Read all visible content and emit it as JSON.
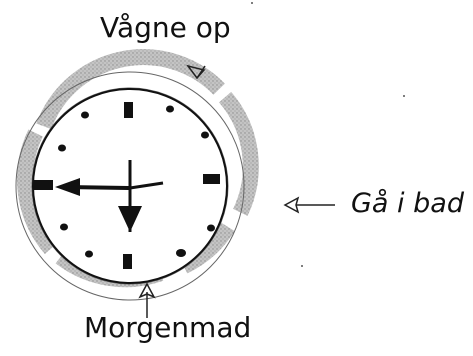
{
  "labels": {
    "top": "Vågne op",
    "right": "Gå i bad",
    "bottom": "Morgenmad"
  },
  "colors": {
    "ring": "#bdbdbd",
    "ink": "#111111",
    "face": "#ffffff"
  }
}
